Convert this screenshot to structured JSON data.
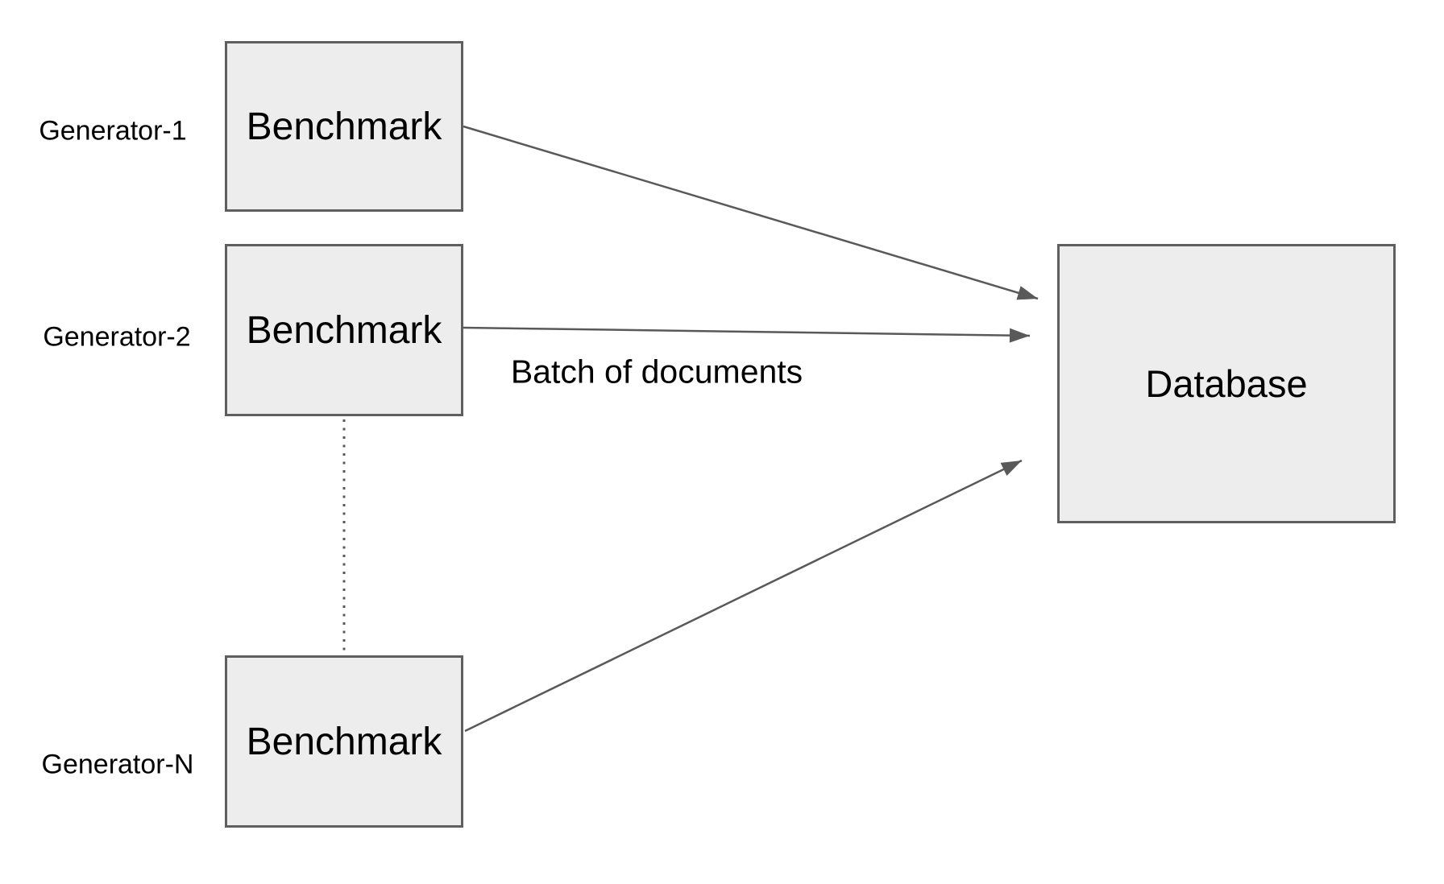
{
  "diagram": {
    "generators": [
      {
        "label": "Generator-1",
        "box_label": "Benchmark"
      },
      {
        "label": "Generator-2",
        "box_label": "Benchmark"
      },
      {
        "label": "Generator-N",
        "box_label": "Benchmark"
      }
    ],
    "database": {
      "box_label": "Database"
    },
    "edge_label": "Batch of documents",
    "edges": [
      {
        "from": "Generator-1 Benchmark",
        "to": "Database",
        "style": "solid-arrow"
      },
      {
        "from": "Generator-2 Benchmark",
        "to": "Database",
        "style": "solid-arrow",
        "label": "Batch of documents"
      },
      {
        "from": "Generator-N Benchmark",
        "to": "Database",
        "style": "solid-arrow"
      },
      {
        "from": "Generator-2 Benchmark",
        "to": "Generator-N Benchmark",
        "style": "dotted-ellipsis"
      }
    ],
    "colors": {
      "background": "#ffffff",
      "box_fill": "#ededed",
      "box_border": "#5f5f5f",
      "arrow": "#595959",
      "text": "#000000"
    }
  }
}
